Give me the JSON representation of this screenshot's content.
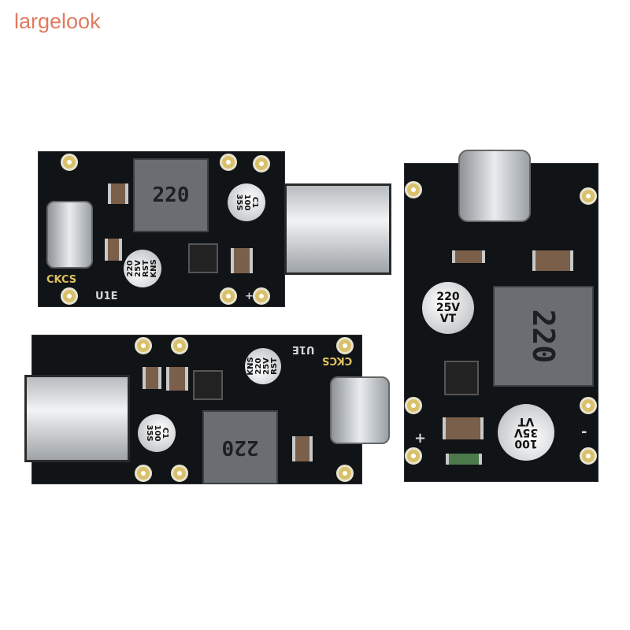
{
  "watermark": "largelook",
  "boards": [
    {
      "inductor": "220",
      "cap_small": "C1\n100\n35S",
      "cap_large": "220\n25V\nRST\nKNS",
      "brand": "CKCS",
      "label": "U1E",
      "plus": "+"
    },
    {
      "inductor": "220",
      "cap_small": "C1\n100\n35S",
      "cap_large": "KNS\n220\n25V\nRST",
      "brand": "CKCS",
      "label": "U1E"
    },
    {
      "inductor": "220",
      "cap_large": "220\n25V\nVT",
      "cap_small": "100\n35V\nVT",
      "plus": "+",
      "minus": "-"
    }
  ]
}
